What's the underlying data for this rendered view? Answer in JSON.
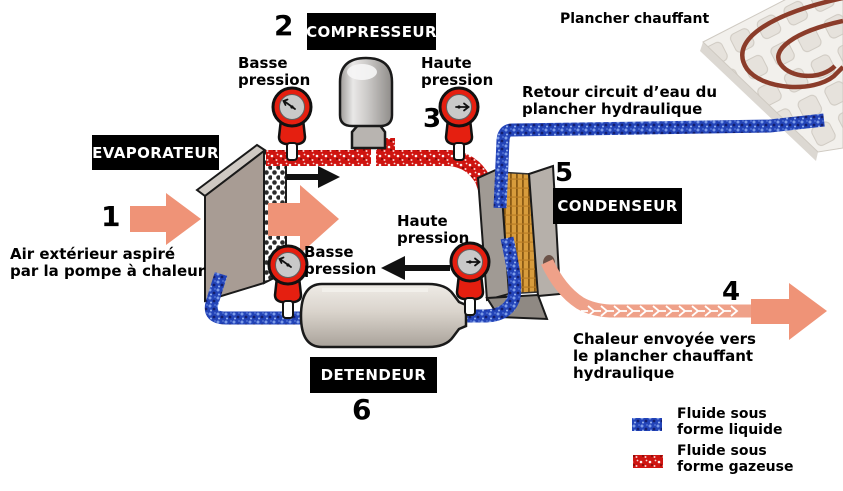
{
  "boxes": {
    "evaporateur": "EVAPORATEUR",
    "compresseur": "COMPRESSEUR",
    "condenseur": "CONDENSEUR",
    "detendeur": "DETENDEUR"
  },
  "steps": {
    "s1": "1",
    "s2": "2",
    "s3": "3",
    "s4": "4",
    "s5": "5",
    "s6": "6"
  },
  "labels": {
    "plancher_chauffant": "Plancher chauffant",
    "basse_pression_haut": [
      "Basse",
      "pression"
    ],
    "haute_pression_haut": [
      "Haute",
      "pression"
    ],
    "retour_circuit": [
      "Retour circuit d’eau du",
      "plancher hydraulique"
    ],
    "air_exterieur": [
      "Air extérieur aspiré",
      "par la pompe à chaleur"
    ],
    "haute_pression_bas": [
      "Haute",
      "pression"
    ],
    "basse_pression_bas": [
      "Basse",
      "pression"
    ],
    "chaleur_envoyee": [
      "Chaleur envoyée vers",
      "le plancher chauffant",
      "hydraulique"
    ]
  },
  "legend": {
    "liquide": {
      "label": [
        "Fluide sous",
        "forme liquide"
      ],
      "color": "#2344b8"
    },
    "gazeuse": {
      "label": [
        "Fluide sous",
        "forme gazeuse"
      ],
      "color": "#cf1410"
    }
  },
  "colors": {
    "pipe_liquide": "#2344b8",
    "pipe_gazeuse": "#cf1410",
    "flux_air_chaleur": "#ef9377",
    "eau_chaude_pipe": "#efa189",
    "label_box_bg": "#000000",
    "label_box_text": "#ffffff"
  }
}
